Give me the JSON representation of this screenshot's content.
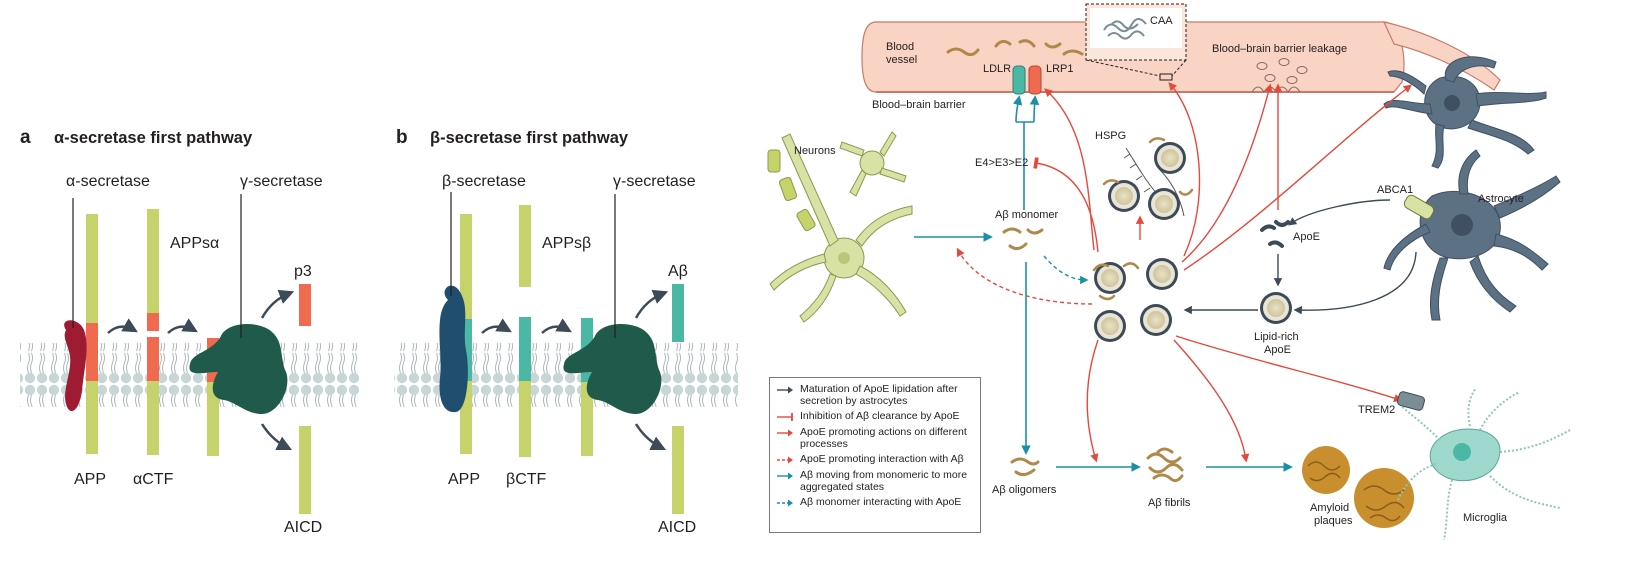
{
  "panel_a": {
    "letter": "a",
    "title": "α-secretase first pathway",
    "enzyme_left": "α-secretase",
    "enzyme_right": "γ-secretase",
    "fragment_top": "APPsα",
    "product": "p3",
    "label_app": "APP",
    "label_ctf": "αCTF",
    "label_icd": "AICD"
  },
  "panel_b": {
    "letter": "b",
    "title": "β-secretase first pathway",
    "enzyme_left": "β-secretase",
    "enzyme_right": "γ-secretase",
    "fragment_top": "APPsβ",
    "product": "Aβ",
    "label_app": "APP",
    "label_ctf": "βCTF",
    "label_icd": "AICD"
  },
  "panel_c": {
    "blood_vessel": "Blood\nvessel",
    "ldlr": "LDLR",
    "lrp1": "LRP1",
    "caa": "CAA",
    "bbb": "Blood–brain barrier",
    "bbb_leak": "Blood–brain barrier leakage",
    "neurons": "Neurons",
    "isoform_order": "E4>E3>E2",
    "ab_monomer": "Aβ monomer",
    "hspg": "HSPG",
    "apoe": "ApoE",
    "abca1": "ABCA1",
    "astrocyte": "Astrocyte",
    "lipid_rich": "Lipid-rich\nApoE",
    "trem2": "TREM2",
    "ab_oligomers": "Aβ oligomers",
    "ab_fibrils": "Aβ fibrils",
    "amyloid_plaques": "Amyloid\nplaques",
    "microglia": "Microglia"
  },
  "legend": [
    {
      "style": "dark-arrow",
      "text": "Maturation of ApoE lipidation after secretion by astrocytes"
    },
    {
      "style": "red-inhibit",
      "text": "Inhibition of Aβ clearance by ApoE"
    },
    {
      "style": "red-arrow",
      "text": "ApoE promoting actions on different processes"
    },
    {
      "style": "red-dashed",
      "text": "ApoE promoting interaction with Aβ"
    },
    {
      "style": "teal-arrow",
      "text": "Aβ moving from monomeric to more aggregated states"
    },
    {
      "style": "teal-dashed",
      "text": "Aβ monomer interacting with ApoE"
    }
  ],
  "colors": {
    "membrane_head": "#c9d6d8",
    "app_green": "#c5d36a",
    "alpha_red": "#9e1b32",
    "beta_blue": "#1f4e6e",
    "gamma_green": "#1f5a4a",
    "salmon": "#ef6a4e",
    "teal": "#4bb8a5",
    "red_arrow": "#e4493a",
    "teal_arrow": "#1c8fa8",
    "dark_arrow": "#3d4a57",
    "vessel": "#f9d3c3",
    "astrocyte": "#5d7185",
    "microglia_green": "#9fd8cc",
    "neuron": "#d8e2a5"
  }
}
